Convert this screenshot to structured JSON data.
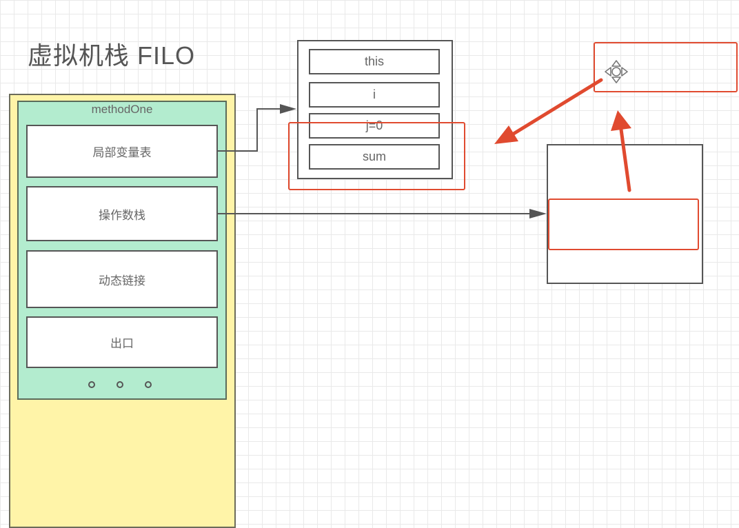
{
  "title": "虚拟机栈 FILO",
  "frame": {
    "name": "methodOne",
    "items": [
      "局部变量表",
      "操作数栈",
      "动态链接",
      "出口"
    ]
  },
  "local_variable_table": {
    "slots": [
      "this",
      "i",
      "j=0",
      "sum"
    ]
  },
  "colors": {
    "stack_fill": "#fff4a8",
    "frame_fill": "#b3eccf",
    "highlight": "#e04a2f",
    "line": "#555555"
  },
  "icons": [
    "move-icon"
  ]
}
